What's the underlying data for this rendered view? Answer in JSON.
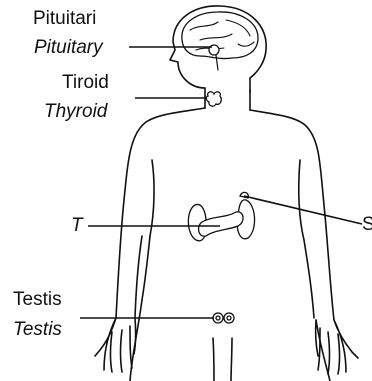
{
  "labels": {
    "pituitary": {
      "main": "Pituitari",
      "italic": "Pituitary"
    },
    "thyroid": {
      "main": "Tiroid",
      "italic": "Thyroid"
    },
    "adrenal": {
      "main": "S"
    },
    "pancreas": {
      "italic": "T"
    },
    "testis": {
      "main": "Testis",
      "italic": "Testis"
    }
  }
}
